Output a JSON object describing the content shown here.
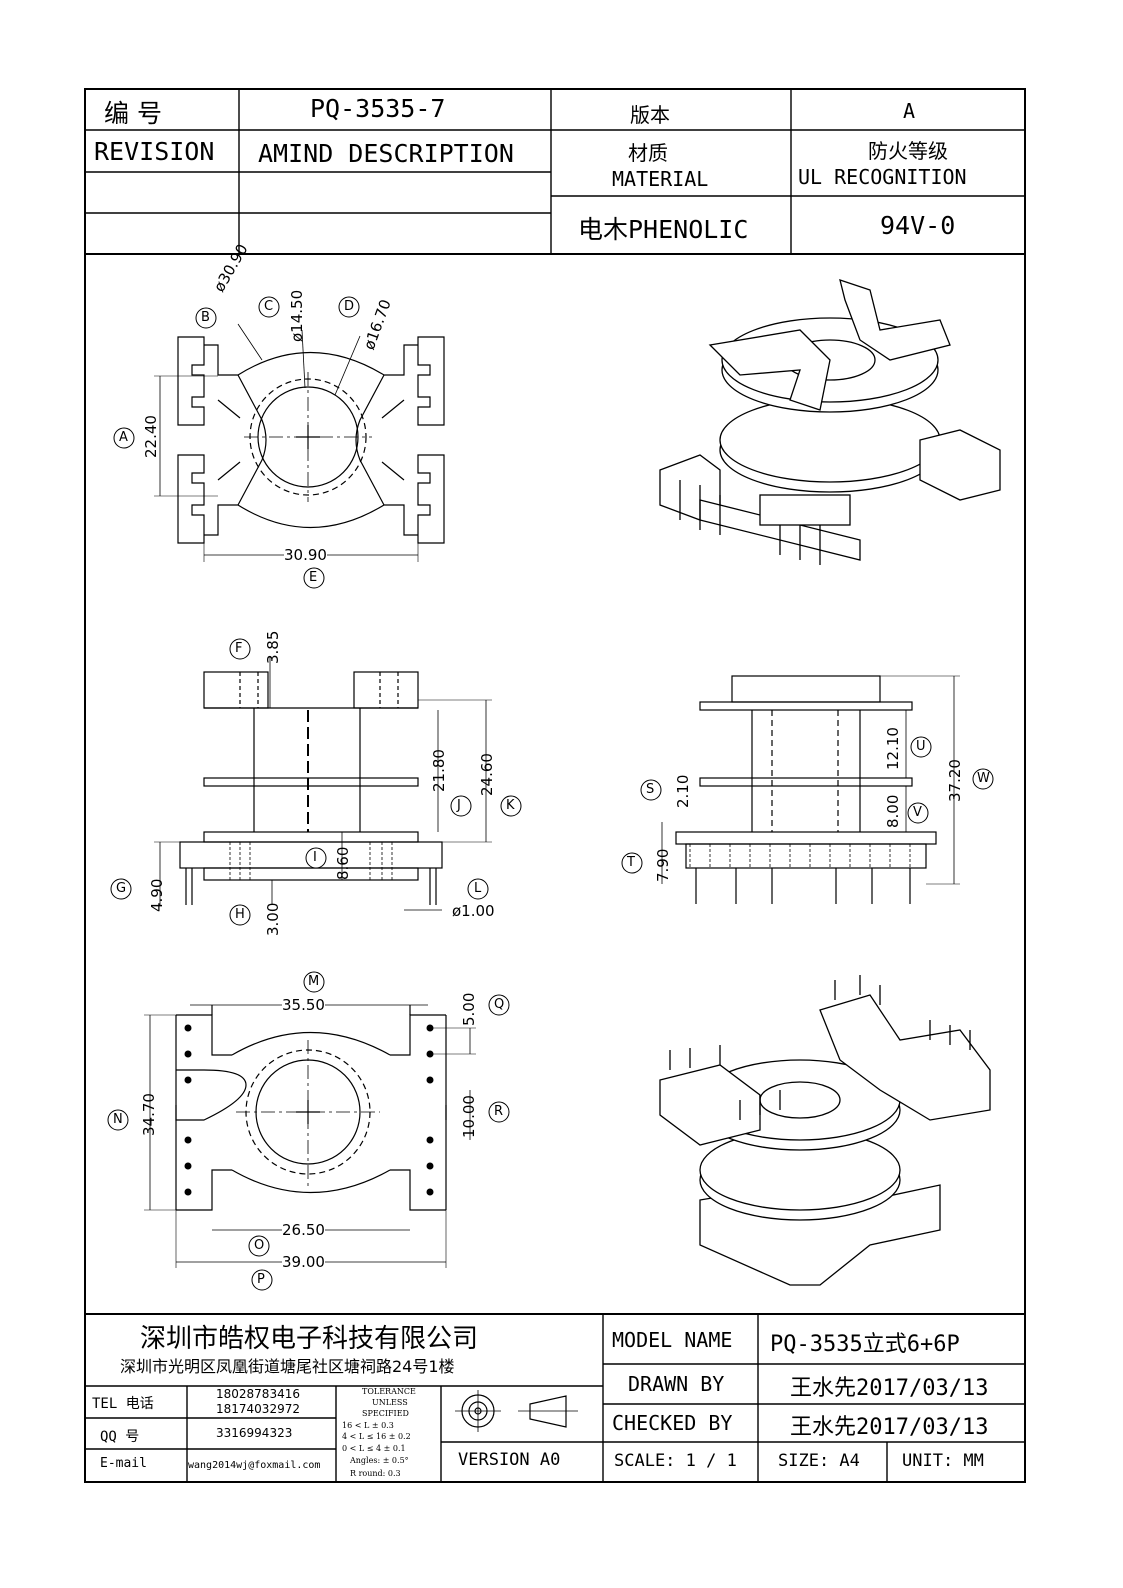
{
  "header": {
    "number_label": "编  号",
    "part_number": "PQ-3535-7",
    "version_label": "版本",
    "version_value": "A",
    "revision_label": "REVISION",
    "amend_label": "AMIND DESCRIPTION",
    "material_label_cn": "材质",
    "material_label_en": "MATERIAL",
    "fire_label_cn": "防火等级",
    "fire_label_en": "UL RECOGNITION",
    "material_value": "电木PHENOLIC",
    "fire_value": "94V-0"
  },
  "dimensions": {
    "top_view": {
      "phi_30_90": "ø30.90",
      "phi_14_50": "ø14.50",
      "phi_16_70": "ø16.70",
      "height": "22.40",
      "width": "30.90",
      "markers": [
        "A",
        "B",
        "C",
        "D",
        "E"
      ]
    },
    "front_view": {
      "top_flange": "3.85",
      "inner": "21.80",
      "outer": "24.60",
      "base_inner": "8.60",
      "pin_offset": "4.90",
      "pin_len": "3.00",
      "pin_dia": "ø1.00",
      "markers": [
        "F",
        "G",
        "H",
        "I",
        "J",
        "K",
        "L"
      ]
    },
    "side_view": {
      "flange": "2.10",
      "upper": "12.10",
      "lower": "8.00",
      "total": "37.20",
      "base": "7.90",
      "markers": [
        "S",
        "T",
        "U",
        "V",
        "W"
      ]
    },
    "bottom_view": {
      "span": "35.50",
      "pitch": "5.00",
      "gap": "10.00",
      "height": "34.70",
      "inner_w": "26.50",
      "outer_w": "39.00",
      "markers": [
        "M",
        "N",
        "O",
        "P",
        "Q",
        "R"
      ]
    }
  },
  "footer": {
    "company_name": "深圳市皓权电子科技有限公司",
    "company_address": "深圳市光明区凤凰街道塘尾社区塘祠路24号1楼",
    "tel_label": "TEL 电话",
    "tel_1": "18028783416",
    "tel_2": "18174032972",
    "qq_label": "QQ  号",
    "qq_value": "3316994323",
    "email_label": "E-mail",
    "email_value": "wang2014wj@foxmail.com",
    "tolerance": [
      "TOLERANCE",
      "UNLESS",
      "SPECIFIED",
      "16 < L        ± 0.3",
      "4 < L ≤ 16     ± 0.2",
      "0 < L ≤ 4      ± 0.1",
      "Angles: ± 0.5°",
      "R round: 0.3"
    ],
    "version": "VERSION A0",
    "model_name_label": "MODEL NAME",
    "model_name_value": "PQ-3535立式6+6P",
    "drawn_by_label": "DRAWN BY",
    "drawn_by_value": "王水先2017/03/13",
    "checked_by_label": "CHECKED BY",
    "checked_by_value": "王水先2017/03/13",
    "scale": "SCALE:  1 / 1",
    "size": "SIZE:  A4",
    "unit": "UNIT:  MM"
  }
}
